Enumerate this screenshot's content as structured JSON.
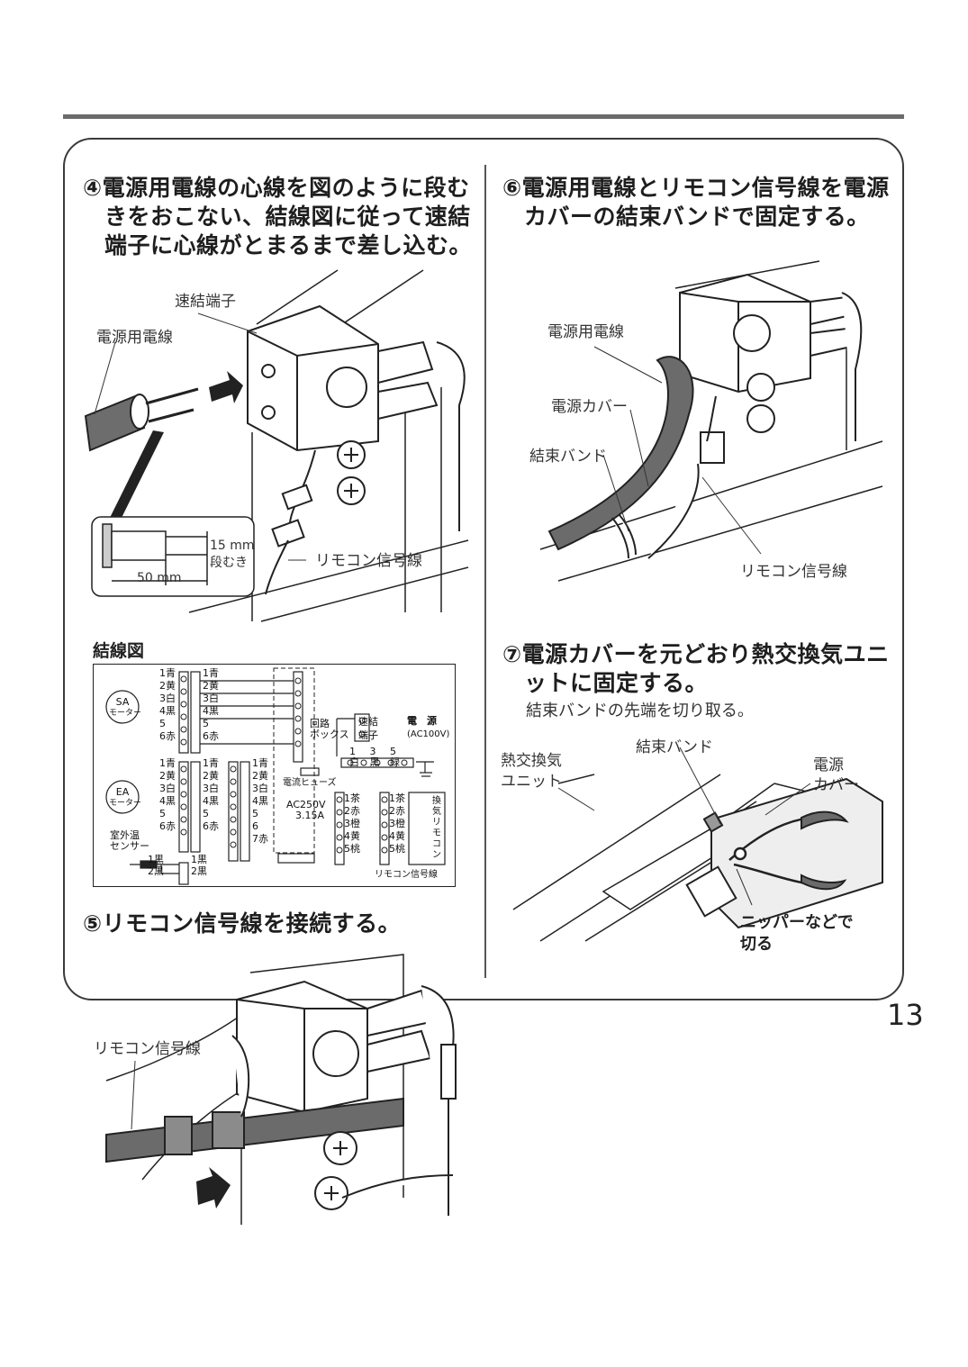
{
  "page_number": "13",
  "step4": {
    "line1": "④電源用電線の心線を図のように段む",
    "line2": "きをおこない、結線図に従って速結",
    "line3": "端子に心線がとまるまで差し込む。",
    "label_terminal": "速結端子",
    "label_power_wire": "電源用電線",
    "label_remote_wire": "リモコン信号線",
    "inset_15mm": "15 mm",
    "inset_strip": "段むき",
    "inset_50mm": "50 mm"
  },
  "wiring": {
    "title": "結線図",
    "sa_motor": [
      "SA",
      "モーター"
    ],
    "ea_motor": [
      "EA",
      "モーター"
    ],
    "outdoor_sensor": [
      "室外温",
      "センサー"
    ],
    "rows1": [
      "1青",
      "2黄",
      "3白",
      "4黒",
      "5",
      "6赤"
    ],
    "rows2": [
      "1青",
      "2黄",
      "3白",
      "4黒",
      "5",
      "6赤"
    ],
    "rows3": [
      "1青",
      "2黄",
      "3白",
      "4黒",
      "5",
      "6",
      "7赤"
    ],
    "sensor_rows": [
      "1黒",
      "2黒"
    ],
    "circuit_box": [
      "回路",
      "ボックス"
    ],
    "quick_terminal": [
      "速結",
      "端子"
    ],
    "power_label": "電　源",
    "power_spec": "(AC100V)",
    "terminal_nums": "1 3 5",
    "terminal_colors": "白 黒 緑",
    "fuse_label": "電流ヒューズ",
    "fuse_spec": [
      "AC250V",
      "3.15A"
    ],
    "remote_rows_a": [
      "1茶",
      "2赤",
      "3橙",
      "4黄",
      "5桃"
    ],
    "remote_rows_b": [
      "1茶",
      "2赤",
      "3橙",
      "4黄",
      "5桃"
    ],
    "remote_unit": "換気リモコン",
    "remote_signal": "リモコン信号線"
  },
  "step5": {
    "title": "⑤リモコン信号線を接続する。",
    "label_remote_wire": "リモコン信号線"
  },
  "step6": {
    "line1": "⑥電源用電線とリモコン信号線を電源",
    "line2": "カバーの結束バンドで固定する。",
    "label_power_wire": "電源用電線",
    "label_power_cover": "電源カバー",
    "label_band": "結束バンド",
    "label_remote_wire": "リモコン信号線"
  },
  "step7": {
    "line1": "⑦電源カバーを元どおり熱交換気ユニ",
    "line2": "ットに固定する。",
    "sub": "結束バンドの先端を切り取る。",
    "label_unit_1": "熱交換気",
    "label_unit_2": "ユニット",
    "label_band": "結束バンド",
    "label_cover_1": "電源",
    "label_cover_2": "カバー",
    "label_nipper_1": "ニッパーなどで",
    "label_nipper_2": "切る"
  }
}
